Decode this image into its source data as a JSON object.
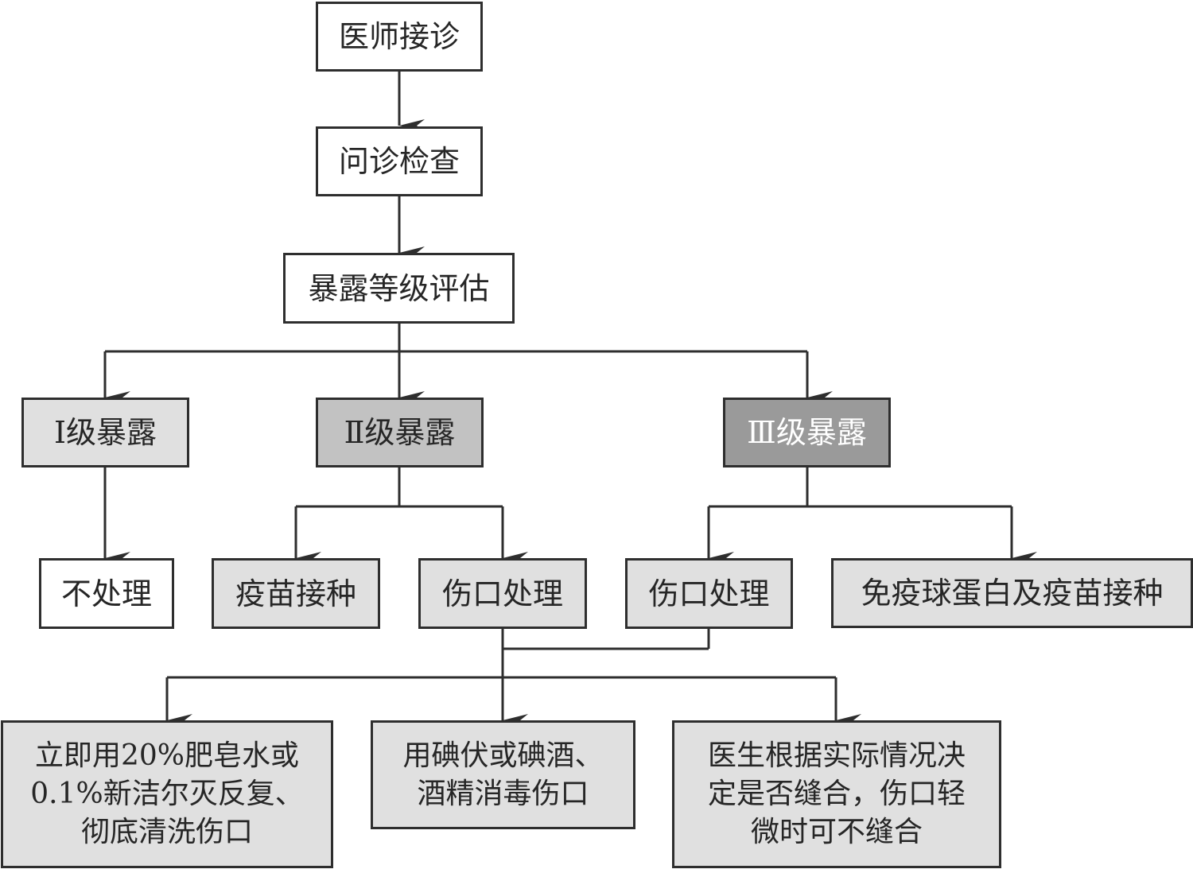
{
  "diagram": {
    "type": "flowchart",
    "colors": {
      "line": "#2e2e2e",
      "white_fill": "#ffffff",
      "light_fill": "#e0e0e0",
      "mid_fill": "#c2c2c2",
      "dark_fill": "#9a9a9a"
    },
    "nodes": {
      "doctor_consult": "医师接诊",
      "inquiry_exam": "问诊检查",
      "exposure_assessment": "暴露等级评估",
      "level1": "Ⅰ级暴露",
      "level2": "Ⅱ级暴露",
      "level3": "Ⅲ级暴露",
      "no_treatment": "不处理",
      "vaccination": "疫苗接种",
      "wound_care_l2": "伤口处理",
      "wound_care_l3": "伤口处理",
      "immunoglobulin_vaccine": "免疫球蛋白及疫苗接种",
      "wash_wound": "立即用20%肥皂水或\n0.1%新洁尔灭反复、\n彻底清洗伤口",
      "disinfect_wound": "用碘伏或碘酒、\n酒精消毒伤口",
      "suture_decision": "医生根据实际情况决\n定是否缝合，伤口轻\n微时可不缝合"
    },
    "edges": [
      [
        "doctor_consult",
        "inquiry_exam"
      ],
      [
        "inquiry_exam",
        "exposure_assessment"
      ],
      [
        "exposure_assessment",
        "level1"
      ],
      [
        "exposure_assessment",
        "level2"
      ],
      [
        "exposure_assessment",
        "level3"
      ],
      [
        "level1",
        "no_treatment"
      ],
      [
        "level2",
        "vaccination"
      ],
      [
        "level2",
        "wound_care_l2"
      ],
      [
        "level3",
        "wound_care_l3"
      ],
      [
        "level3",
        "immunoglobulin_vaccine"
      ],
      [
        "wound_care_l2",
        "wash_wound"
      ],
      [
        "wound_care_l2",
        "disinfect_wound"
      ],
      [
        "wound_care_l2",
        "suture_decision"
      ],
      [
        "wound_care_l3",
        "wash_wound"
      ],
      [
        "wound_care_l3",
        "disinfect_wound"
      ],
      [
        "wound_care_l3",
        "suture_decision"
      ]
    ]
  }
}
